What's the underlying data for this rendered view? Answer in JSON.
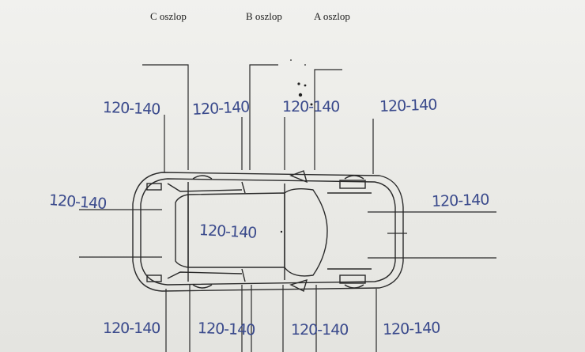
{
  "pillars": {
    "c": "C oszlop",
    "b": "B oszlop",
    "a": "A oszlop"
  },
  "measurements": {
    "top_c": "120-140",
    "top_b": "120-140",
    "top_a": "120-140",
    "top_front": "120-140",
    "left": "120-140",
    "roof": "120-140",
    "front": "120-140",
    "bottom_1": "120-140",
    "bottom_2": "120-140",
    "bottom_3": "120-140",
    "bottom_4": "120-140"
  },
  "colors": {
    "ink": "#1d1d1d",
    "pen": "#3a4a8c",
    "paper": "#ebebe7"
  }
}
